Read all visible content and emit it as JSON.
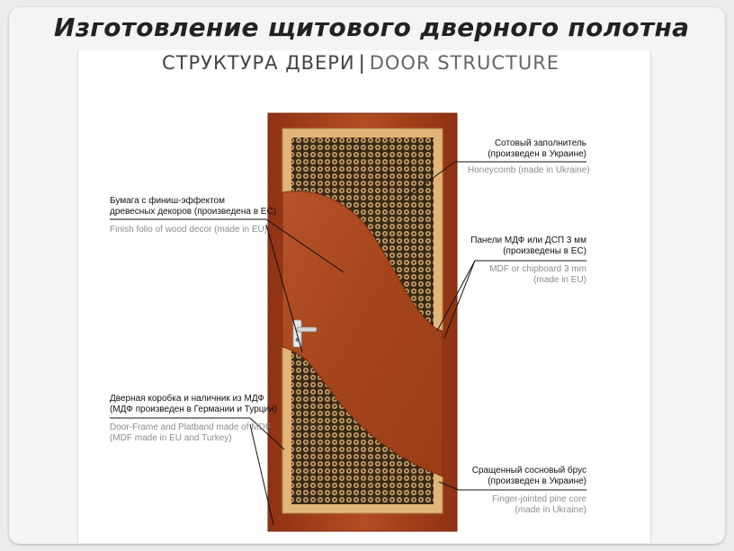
{
  "slide": {
    "title": "Изготовление щитового дверного полотна"
  },
  "diagram": {
    "title_ru": "СТРУКТУРА ДВЕРИ",
    "separator": "|",
    "title_en": "DOOR STRUCTURE"
  },
  "labels": {
    "honeycomb": {
      "ru_line1": "Сотовый заполнитель",
      "ru_line2": "(произведен в Украине)",
      "en_line1": "Honeycomb (made in Ukraine)"
    },
    "finish_foil": {
      "ru_line1": "Бумага с финиш-эффектом",
      "ru_line2": "древесных декоров (произведена в ЕС)",
      "en_line1": "Finish folio of wood decor (made in EU)"
    },
    "mdf_panels": {
      "ru_line1": "Панели МДФ или ДСП 3 мм",
      "ru_line2": "(произведены в ЕС)",
      "en_line1": "MDF or chipboard 3 mm",
      "en_line2": "(made in EU)"
    },
    "door_frame": {
      "ru_line1": "Дверная коробка и наличник из МДФ",
      "ru_line2": "(МДФ произведен в Германии и Турции)",
      "en_line1": "Door-Frame and Platband made of MDF",
      "en_line2": "(MDF made in EU and Turkey)"
    },
    "pine_core": {
      "ru_line1": "Сращенный сосновый брус",
      "ru_line2": "(произведен в Украине)",
      "en_line1": "Finger-jointed pine core",
      "en_line2": "(made in Ukraine)"
    }
  },
  "colors": {
    "frame": "#a8401c",
    "panel": "#b04a20",
    "pine": "#e2b577",
    "honeycomb_bg": "#3a2a14",
    "honeycomb_cell": "#c9a270",
    "leader": "#111111",
    "handle": "#cfcfcf"
  }
}
